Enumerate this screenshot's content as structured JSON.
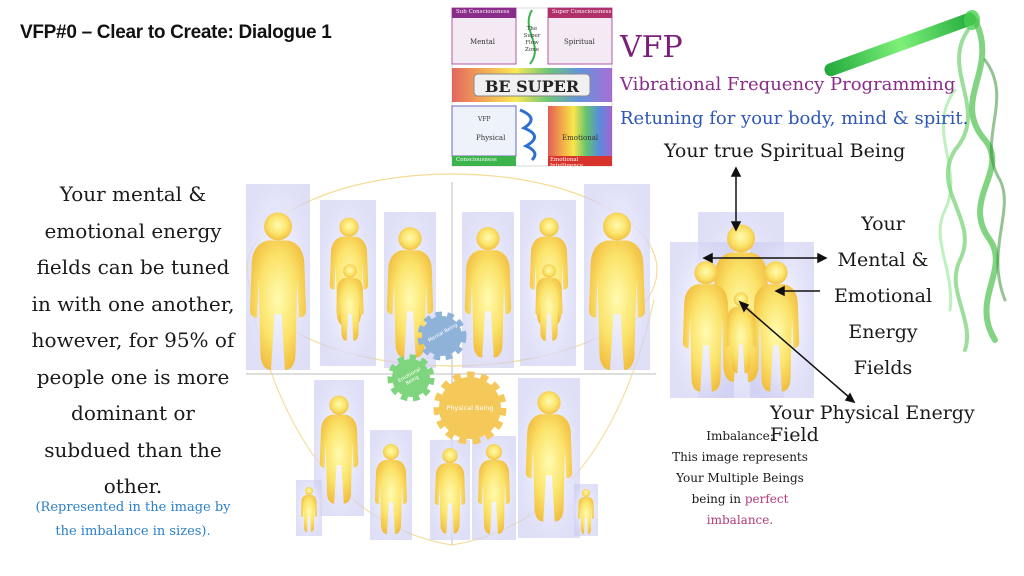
{
  "header": {
    "title": "VFP#0 – Clear to Create: Dialogue 1"
  },
  "left_panel": {
    "text": "Your mental & emotional energy fields can be tuned in with one another, however, for 95% of people one is more dominant or subdued than the other.",
    "note": "(Represented in the image by the imbalance in sizes)."
  },
  "logo": {
    "tiles": {
      "sub_consciousness": "Sub Consciousness",
      "super_consciousness": "Super Consciousness",
      "mental": "Mental",
      "spiritual": "Spiritual",
      "flow_zone": "The Super Flow Zone",
      "be_super": "BE SUPER",
      "vfp_small": "VFP",
      "physical": "Physical",
      "emotional": "Emotional",
      "consciousness": "Consciousness",
      "emotional_intelligence": "Emotional Intelligence"
    }
  },
  "brand": {
    "acronym": "VFP",
    "name": "Vibrational Frequency Programming",
    "tagline": "Retuning for your body, mind & spirit."
  },
  "diagram": {
    "gear_labels": {
      "mental": "Mental Being",
      "emotional": "Emotional Being",
      "physical": "Physical Being"
    }
  },
  "right_panel": {
    "spiritual_label": "Your true Spiritual Being",
    "mental_label_lines": [
      "Your",
      "Mental &",
      "Emotional",
      "Energy Fields"
    ],
    "physical_label": "Your Physical Energy Field",
    "imbalance_lines": [
      "Imbalance:",
      "This image represents",
      "Your Multiple Beings",
      "being in"
    ],
    "imbalance_highlight": "perfect imbalance."
  },
  "colors": {
    "figure_glow": "#fff28a",
    "figure_core": "#f3c63a",
    "halo": "#c8c8f0",
    "gear_mental": "#8fb2d9",
    "gear_emotional": "#7ed57e",
    "gear_physical": "#f5c85a",
    "brand_purple": "#7a1f7a",
    "brand_blue": "#2f57b5",
    "note_blue": "#2a7fc9",
    "highlight_pink": "#b23a7a"
  }
}
